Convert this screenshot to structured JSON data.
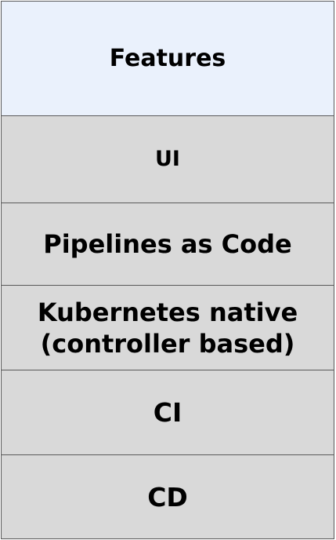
{
  "header": {
    "title": "Features",
    "background": "#eaf1fc"
  },
  "rows": [
    {
      "label": "UI"
    },
    {
      "label": "Pipelines as Code"
    },
    {
      "label_line1": "Kubernetes native",
      "label_line2": "(controller based)"
    },
    {
      "label": "CI"
    },
    {
      "label": "CD"
    }
  ],
  "colors": {
    "row_background": "#d9d9d9",
    "border": "#5a5a5a",
    "text": "#000000"
  }
}
